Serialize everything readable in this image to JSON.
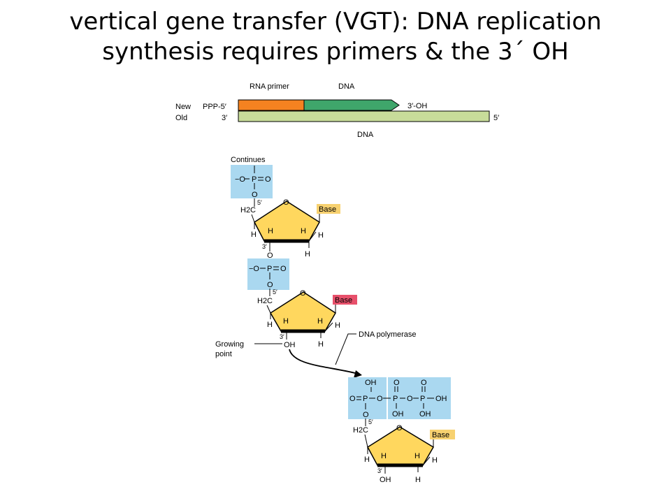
{
  "title": {
    "line1": "vertical gene transfer (VGT): DNA replication",
    "line2": "synthesis requires primers & the 3´ OH"
  },
  "colors": {
    "primer": "#f58220",
    "new_dna": "#3fa66b",
    "old_dna": "#c8dc9a",
    "sugar": "#ffd75e",
    "phosphate_box": "#aad8f0",
    "base_box": "#f7d170",
    "base_box_highlight": "#e8506b"
  },
  "strands": {
    "rna_primer_label": "RNA primer",
    "dna_top_label": "DNA",
    "new_label": "New",
    "old_label": "Old",
    "ppp5_label": "PPP-5′",
    "three_prime_left": "3′",
    "three_oh_label": "3′-OH",
    "five_prime_right": "5′",
    "dna_bottom_label": "DNA"
  },
  "chain": {
    "continues_label": "Continues",
    "o_minus": "−O",
    "p": "P",
    "o": "O",
    "h2c": "H2C",
    "h": "H",
    "five_prime": "5′",
    "three_prime": "3′",
    "base": "Base",
    "oh": "OH",
    "growing_point_line1": "Growing",
    "growing_point_line2": "point",
    "dna_polymerase": "DNA polymerase"
  }
}
